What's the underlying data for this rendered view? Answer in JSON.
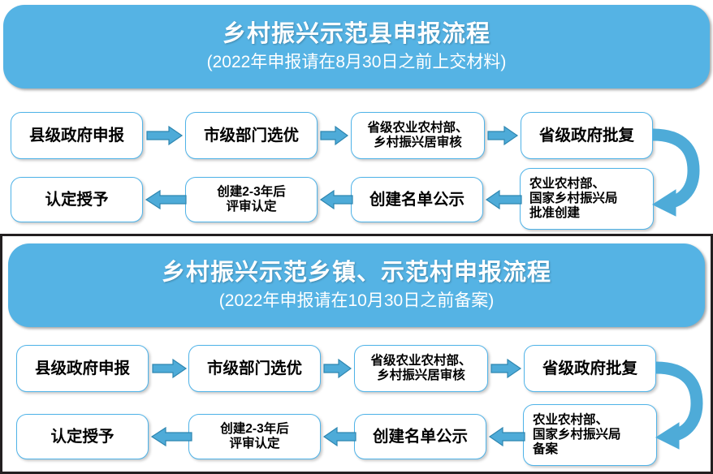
{
  "theme": {
    "banner_bg": "#55b3e4",
    "banner_text": "#ffffff",
    "node_border": "#4fb3e8",
    "node_bg": "#ffffff",
    "arrow_fill": "#4eabd8",
    "arrow_stroke": "#2e86b0",
    "frame_border": "#231f20",
    "page_bg": "#ffffff"
  },
  "sections": [
    {
      "id": "county",
      "banner": {
        "title": "乡村振兴示范县申报流程",
        "subtitle": "(2022年申报请在8月30日之前上交材料)"
      },
      "nodes": [
        {
          "id": "c1",
          "label": "县级政府申报",
          "row": 1,
          "order": 1
        },
        {
          "id": "c2",
          "label": "市级部门选优",
          "row": 1,
          "order": 2
        },
        {
          "id": "c3",
          "label": "省级农业农村部、\n乡村振兴居审核",
          "row": 1,
          "order": 3
        },
        {
          "id": "c4",
          "label": "省级政府批复",
          "row": 1,
          "order": 4
        },
        {
          "id": "c5",
          "label": "农业农村部、\n国家乡村振兴局\n批准创建",
          "row": 2,
          "order": 1
        },
        {
          "id": "c6",
          "label": "创建名单公示",
          "row": 2,
          "order": 2
        },
        {
          "id": "c7",
          "label": "创建2-3年后\n评审认定",
          "row": 2,
          "order": 3
        },
        {
          "id": "c8",
          "label": "认定授予",
          "row": 2,
          "order": 4
        }
      ],
      "edges": [
        {
          "from": "c1",
          "to": "c2",
          "dir": "right"
        },
        {
          "from": "c2",
          "to": "c3",
          "dir": "right"
        },
        {
          "from": "c3",
          "to": "c4",
          "dir": "right"
        },
        {
          "from": "c4",
          "to": "c5",
          "dir": "curve-down-left"
        },
        {
          "from": "c5",
          "to": "c6",
          "dir": "left"
        },
        {
          "from": "c6",
          "to": "c7",
          "dir": "left"
        },
        {
          "from": "c7",
          "to": "c8",
          "dir": "left"
        }
      ]
    },
    {
      "id": "township-village",
      "banner": {
        "title": "乡村振兴示范乡镇、示范村申报流程",
        "subtitle": "(2022年申报请在10月30日之前备案)"
      },
      "nodes": [
        {
          "id": "t1",
          "label": "县级政府申报",
          "row": 1,
          "order": 1
        },
        {
          "id": "t2",
          "label": "市级部门选优",
          "row": 1,
          "order": 2
        },
        {
          "id": "t3",
          "label": "省级农业农村部、\n乡村振兴居审核",
          "row": 1,
          "order": 3
        },
        {
          "id": "t4",
          "label": "省级政府批复",
          "row": 1,
          "order": 4
        },
        {
          "id": "t5",
          "label": "农业农村部、\n国家乡村振兴局\n备案",
          "row": 2,
          "order": 1
        },
        {
          "id": "t6",
          "label": "创建名单公示",
          "row": 2,
          "order": 2
        },
        {
          "id": "t7",
          "label": "创建2-3年后\n评审认定",
          "row": 2,
          "order": 3
        },
        {
          "id": "t8",
          "label": "认定授予",
          "row": 2,
          "order": 4
        }
      ],
      "edges": [
        {
          "from": "t1",
          "to": "t2",
          "dir": "right"
        },
        {
          "from": "t2",
          "to": "t3",
          "dir": "right"
        },
        {
          "from": "t3",
          "to": "t4",
          "dir": "right"
        },
        {
          "from": "t4",
          "to": "t5",
          "dir": "curve-down-left"
        },
        {
          "from": "t5",
          "to": "t6",
          "dir": "left"
        },
        {
          "from": "t6",
          "to": "t7",
          "dir": "left"
        },
        {
          "from": "t7",
          "to": "t8",
          "dir": "left"
        }
      ]
    }
  ]
}
